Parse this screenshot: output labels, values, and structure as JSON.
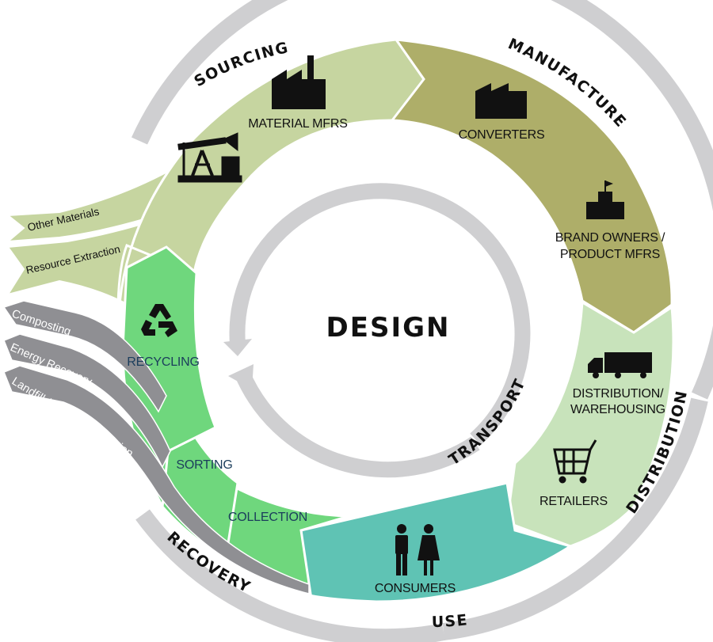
{
  "center": {
    "title": "DESIGN"
  },
  "ring_labels": {
    "sourcing": "SOURCING",
    "manufacture": "MANUFACTURE",
    "distribution": "DISTRIBUTION",
    "use": "USE",
    "recovery": "RECOVERY",
    "transport": "TRANSPORT"
  },
  "segments": {
    "material_mfrs": "MATERIAL MFRS",
    "converters": "CONVERTERS",
    "brand_owners_line1": "BRAND OWNERS /",
    "brand_owners_line2": "PRODUCT MFRS",
    "distribution_line1": "DISTRIBUTION/",
    "distribution_line2": "WAREHOUSING",
    "retailers": "RETAILERS",
    "consumers": "CONSUMERS",
    "collection": "COLLECTION",
    "sorting": "SORTING",
    "recycling": "RECYCLING"
  },
  "input_streams": {
    "other_materials": "Other Materials",
    "resource_extraction": "Resource Extraction"
  },
  "waste_streams": {
    "composting": "Composting",
    "energy_recovery": "Energy Recovery",
    "landfill": "Landfill / Litter / Incineration"
  },
  "colors": {
    "sourcing": "#c6d5a0",
    "manufacture": "#aeae69",
    "distribution": "#c8e3bb",
    "use": "#5fc3b4",
    "recovery": "#6fd77d",
    "ring": "#cfcfd1",
    "waste_arrow": "#8f8f93"
  },
  "icons": [
    "factory-icon",
    "oil-pump-icon",
    "converters-factory-icon",
    "brand-building-icon",
    "truck-icon",
    "shopping-cart-icon",
    "consumers-icon",
    "recycle-icon"
  ]
}
